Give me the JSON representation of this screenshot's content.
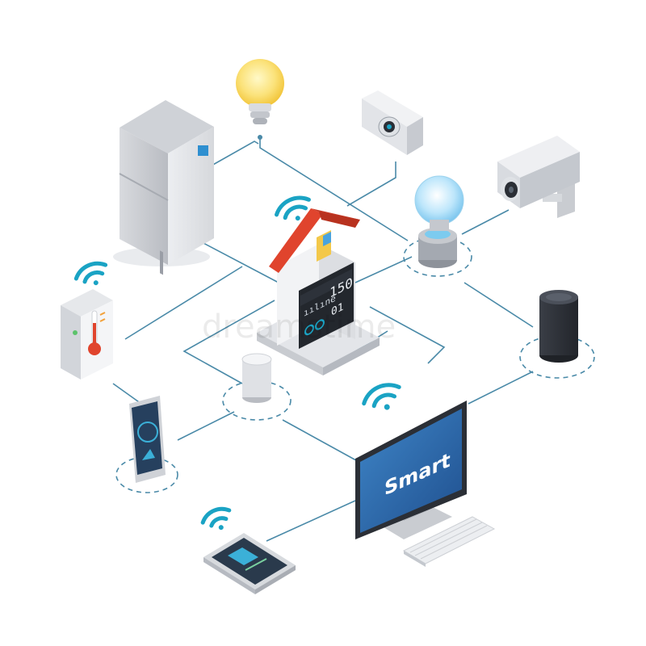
{
  "hub": {
    "display_top": "150",
    "display_left": "ıılıne",
    "display_right": "01"
  },
  "monitor": {
    "screen_text": "Smart"
  },
  "watermark": "dreamstime",
  "devices": [
    {
      "id": "refrigerator",
      "icon": "fridge-icon"
    },
    {
      "id": "light-bulb",
      "icon": "bulb-icon"
    },
    {
      "id": "wall-camera",
      "icon": "webcam-icon"
    },
    {
      "id": "security-camera",
      "icon": "cctv-icon"
    },
    {
      "id": "smart-bulb",
      "icon": "smart-bulb-icon"
    },
    {
      "id": "thermostat",
      "icon": "thermometer-icon"
    },
    {
      "id": "voice-assistant-small",
      "icon": "speaker-icon"
    },
    {
      "id": "voice-assistant-large",
      "icon": "speaker-icon"
    },
    {
      "id": "smartphone",
      "icon": "phone-icon"
    },
    {
      "id": "tablet",
      "icon": "tablet-icon"
    },
    {
      "id": "desktop-computer",
      "icon": "monitor-icon"
    }
  ],
  "colors": {
    "line": "#4a8aa8",
    "wifi": "#1aa3c4",
    "roof": "#e0442d",
    "screen": "#2f6fb2",
    "dark": "#2b2f36"
  }
}
